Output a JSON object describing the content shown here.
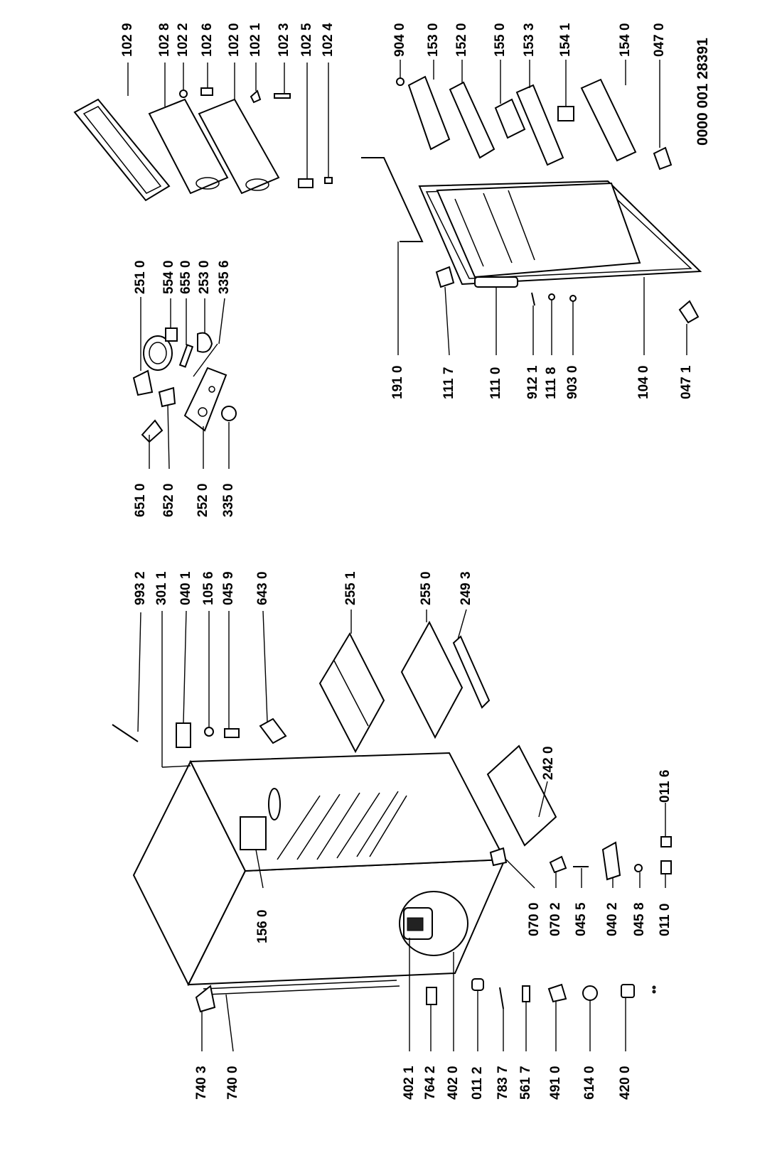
{
  "document_number": "0000 001 28391",
  "labels": {
    "l9932": "993 2",
    "l3011": "301 1",
    "l0401": "040 1",
    "l1056": "105 6",
    "l0459": "045 9",
    "l6430": "643 0",
    "l2551": "255 1",
    "l2550": "255 0",
    "l2493": "249 3",
    "l6510": "651 0",
    "l6520": "652 0",
    "l2520": "252 0",
    "l3350": "335 0",
    "l2510": "251 0",
    "l5540": "554 0",
    "l6550": "655 0",
    "l2530": "253 0",
    "l3356": "335 6",
    "l1029": "102 9",
    "l1028": "102 8",
    "l1022": "102 2",
    "l1026": "102 6",
    "l1020": "102 0",
    "l1021": "102 1",
    "l1023": "102 3",
    "l1025": "102 5",
    "l1024": "102 4",
    "l9040": "904 0",
    "l1530": "153 0",
    "l1520": "152 0",
    "l1550": "155 0",
    "l1533": "153 3",
    "l1541": "154 1",
    "l1540": "154 0",
    "l0470": "047 0",
    "l1910": "191 0",
    "l1117": "111 7",
    "l1110": "111 0",
    "l9121": "912 1",
    "l1118": "111 8",
    "l9030": "903 0",
    "l1040": "104 0",
    "l0471": "047 1",
    "l7403": "740 3",
    "l7400": "740 0",
    "l1560": "156 0",
    "l4021": "402 1",
    "l7642": "764 2",
    "l4020": "402 0",
    "l0112": "011 2",
    "l7837": "783 7",
    "l5617": "561 7",
    "l4910": "491 0",
    "l6140": "614 0",
    "l4200": "420 0",
    "l0700": "070 0",
    "l0702": "070 2",
    "l0455": "045 5",
    "l0402": "040 2",
    "l0458": "045 8",
    "l0110": "011 0",
    "l0116": "011 6",
    "l2420": "242 0"
  }
}
